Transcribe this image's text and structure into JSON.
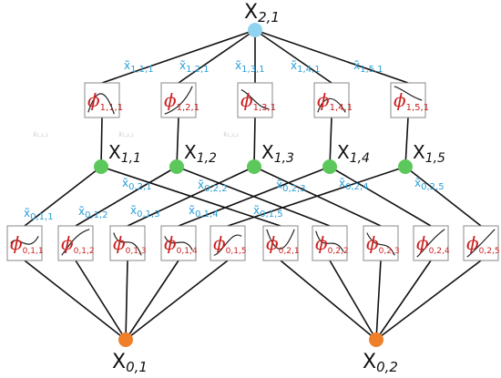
{
  "colors": {
    "output_node": "#8fd3f0",
    "hidden_node": "#5cc85c",
    "input_node": "#f07f2a",
    "phi_text": "#cc1f1f",
    "edge_label": "#2a9fd6"
  },
  "nodes": {
    "output": {
      "letter": "X",
      "sub": "2,1"
    },
    "hidden": [
      {
        "letter": "X",
        "sub": "1,1"
      },
      {
        "letter": "X",
        "sub": "1,2"
      },
      {
        "letter": "X",
        "sub": "1,3"
      },
      {
        "letter": "X",
        "sub": "1,4"
      },
      {
        "letter": "X",
        "sub": "1,5"
      }
    ],
    "inputs": [
      {
        "letter": "X",
        "sub": "0,1"
      },
      {
        "letter": "X",
        "sub": "0,2"
      }
    ]
  },
  "layer1_boxes": [
    {
      "phi": "ϕ",
      "sub": "1,1,1"
    },
    {
      "phi": "ϕ",
      "sub": "1,2,1"
    },
    {
      "phi": "ϕ",
      "sub": "1,3,1"
    },
    {
      "phi": "ϕ",
      "sub": "1,4,1"
    },
    {
      "phi": "ϕ",
      "sub": "1,5,1"
    }
  ],
  "layer0_boxes": [
    {
      "phi": "ϕ",
      "sub": "0,1,1"
    },
    {
      "phi": "ϕ",
      "sub": "0,1,2"
    },
    {
      "phi": "ϕ",
      "sub": "0,1,3"
    },
    {
      "phi": "ϕ",
      "sub": "0,1,4"
    },
    {
      "phi": "ϕ",
      "sub": "0,1,5"
    },
    {
      "phi": "ϕ",
      "sub": "0,2,1"
    },
    {
      "phi": "ϕ",
      "sub": "0,2,2"
    },
    {
      "phi": "ϕ",
      "sub": "0,2,3"
    },
    {
      "phi": "ϕ",
      "sub": "0,2,4"
    },
    {
      "phi": "ϕ",
      "sub": "0,2,5"
    }
  ],
  "edge_labels_top": [
    {
      "base": "x̃",
      "sub": "1,1,1"
    },
    {
      "base": "x̃",
      "sub": "1,2,1"
    },
    {
      "base": "x̃",
      "sub": "1,3,1"
    },
    {
      "base": "x̃",
      "sub": "1,4,1"
    },
    {
      "base": "x̃",
      "sub": "1,5,1"
    }
  ],
  "edge_labels_hidden": [
    {
      "base": "x̃",
      "sub": "0,2,1"
    },
    {
      "base": "x̃",
      "sub": "0,2,2"
    },
    {
      "base": "x̃",
      "sub": "0,2,3"
    },
    {
      "base": "x̃",
      "sub": "0,2,4"
    },
    {
      "base": "x̃",
      "sub": "0,2,5"
    }
  ],
  "edge_labels_input": [
    {
      "base": "x̃",
      "sub": "0,1,1"
    },
    {
      "base": "x̃",
      "sub": "0,1,2"
    },
    {
      "base": "x̃",
      "sub": "0,1,3"
    },
    {
      "base": "x̃",
      "sub": "0,1,4"
    },
    {
      "base": "x̃",
      "sub": "0,1,5"
    }
  ],
  "ghost_texts": [
    "x̃₁,₁,₁",
    "x̃₁,₂,₁",
    "x̃₁,₃,₁"
  ]
}
